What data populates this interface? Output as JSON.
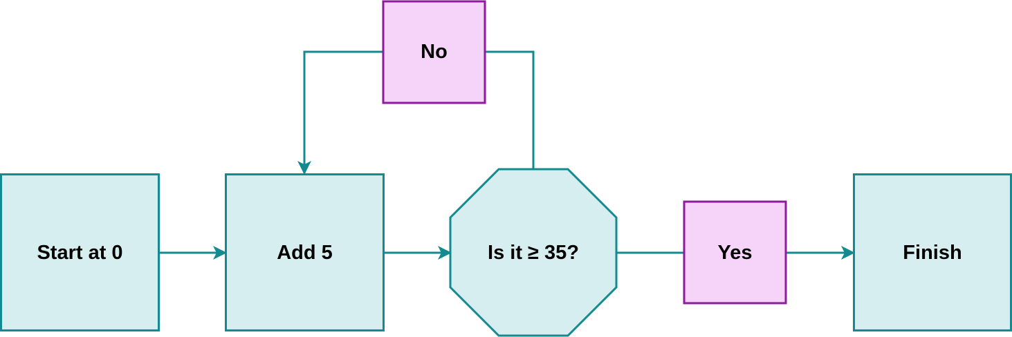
{
  "diagram": {
    "colors": {
      "process_fill": "#d6eeef",
      "process_stroke": "#138a8f",
      "label_fill": "#f6d3f8",
      "label_stroke": "#8e1a9e",
      "edge": "#138a8f",
      "text": "#000000"
    },
    "nodes": {
      "start": "Start at 0",
      "add": "Add 5",
      "decision": "Is it ≥ 35?",
      "no": "No",
      "yes": "Yes",
      "finish": "Finish"
    }
  }
}
